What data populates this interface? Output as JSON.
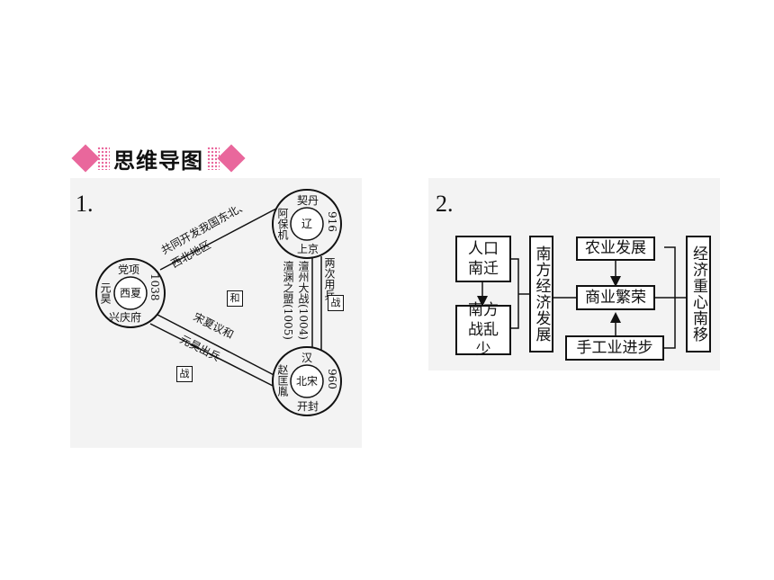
{
  "header": {
    "title": "思维导图"
  },
  "diagram1": {
    "number": "1.",
    "xixia": {
      "top": "党项",
      "inner": "西夏",
      "left": "元昊",
      "year": "1038",
      "bottom": "兴庆府"
    },
    "liao": {
      "top": "契丹",
      "inner": "辽",
      "left": "阿保机",
      "year": "916",
      "bottom": "上京"
    },
    "song": {
      "top": "汉",
      "inner": "北宋",
      "left": "赵匡胤",
      "year": "960",
      "bottom": "开封"
    },
    "edge_top_line1": "共同开发我国东北、",
    "edge_top_line2": "西北地区",
    "edge_bottom_line1": "宋夏议和",
    "edge_bottom_line2": "元昊出兵",
    "edge_right_a": "两次用兵",
    "edge_right_b": "澶州大战(1004)",
    "edge_right_c": "澶渊之盟(1005)",
    "center_label": "和",
    "war_label_right": "战",
    "war_label_bottom": "战"
  },
  "diagram2": {
    "number": "2.",
    "migration": "人口南迁",
    "less_war": "南方战乱少",
    "south_econ": "南方经济发展",
    "agri": "农业发展",
    "commerce": "商业繁荣",
    "handicraft": "手工业进步",
    "center_shift": "经济重心南移"
  }
}
